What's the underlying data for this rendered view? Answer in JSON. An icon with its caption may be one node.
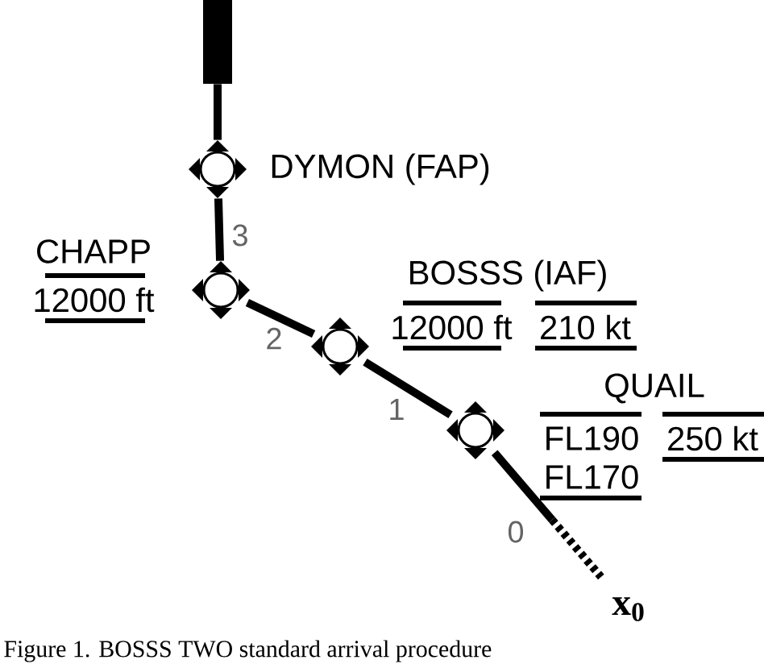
{
  "diagram": {
    "caption": "Figure 1. BOSSS TWO standard arrival procedure",
    "nodes": [
      {
        "text": [],
        "shape": "bar"
      },
      {
        "text": [],
        "shape": "circle",
        "beside": [
          "DYMON (FAP)"
        ]
      },
      {
        "text": [],
        "shape": "circle",
        "beside": [
          "CHAPP",
          "12000 ft"
        ]
      },
      {
        "text": [],
        "shape": "circle",
        "beside": [
          "BOSSS (IAF)",
          "12000 ft",
          "210 kt"
        ]
      },
      {
        "text": [],
        "shape": "circle",
        "beside": [
          "QUAIL",
          "FL190",
          "FL170",
          "250 kt"
        ]
      },
      {
        "text": [
          "x$_{0}$"
        ]
      }
    ],
    "edges": [
      {
        "from": 0,
        "to": 1,
        "arrow": "none"
      },
      {
        "from": 1,
        "to": 2,
        "arrow": "none",
        "label": "3"
      },
      {
        "from": 2,
        "to": 3,
        "arrow": "none",
        "label": "2"
      },
      {
        "from": 3,
        "to": 4,
        "arrow": "none",
        "label": "1"
      },
      {
        "from": 4,
        "to": 5,
        "arrow": "none",
        "label": "0"
      }
    ]
  }
}
